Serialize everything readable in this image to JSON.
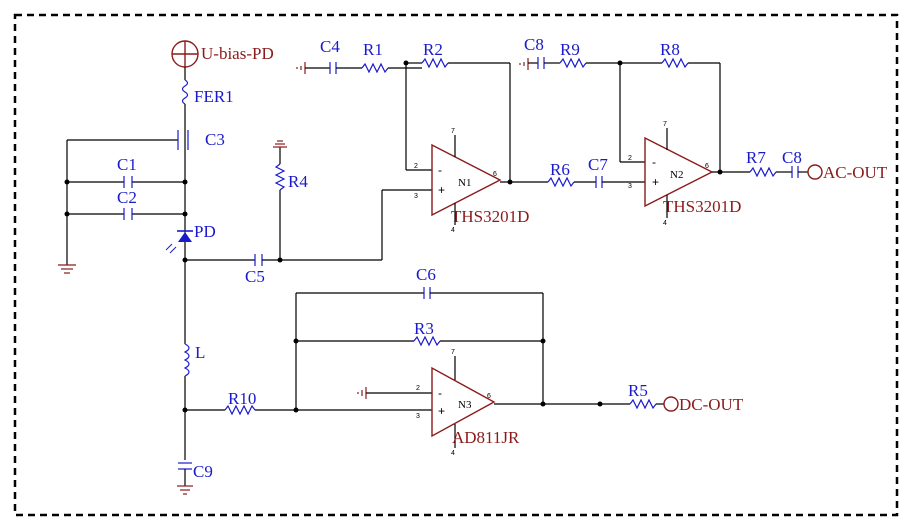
{
  "labels": {
    "ubias": "U-bias-PD",
    "fer1": "FER1",
    "c3": "C3",
    "c1": "C1",
    "c2": "C2",
    "pd": "PD",
    "r4": "R4",
    "c5": "C5",
    "l": "L",
    "r10": "R10",
    "c9": "C9",
    "c4": "C4",
    "r1": "R1",
    "r2": "R2",
    "n1": "N1",
    "ths1": "THS3201D",
    "r6": "R6",
    "c7": "C7",
    "c8a": "C8",
    "r9": "R9",
    "r8": "R8",
    "n2": "N2",
    "ths2": "THS3201D",
    "r7": "R7",
    "c8b": "C8",
    "acout": "AC-OUT",
    "c6": "C6",
    "r3": "R3",
    "n3": "N3",
    "ad811": "AD811JR",
    "r5": "R5",
    "dcout": "DC-OUT"
  },
  "pins": {
    "p2": "2",
    "p3": "3",
    "p4": "4",
    "p6": "6",
    "p7": "7",
    "minus": "-",
    "plus": "+"
  }
}
